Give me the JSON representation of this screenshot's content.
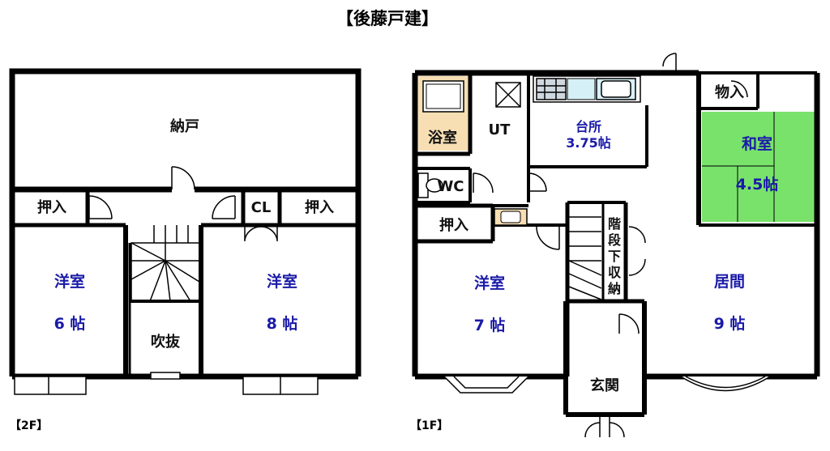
{
  "title": "【後藤戸建】",
  "floor2": {
    "caption": "【2F】",
    "rooms": {
      "nando": "納戸",
      "oshiire_left": "押入",
      "cl": "CL",
      "oshiire_right": "押入",
      "yoshitsu_left_name": "洋室",
      "yoshitsu_left_size": "6 帖",
      "yoshitsu_right_name": "洋室",
      "yoshitsu_right_size": "8 帖",
      "fukinuke": "吹抜"
    }
  },
  "floor1": {
    "caption": "【1F】",
    "rooms": {
      "yokushitsu": "浴室",
      "ut": "UT",
      "kitchen_name": "台所",
      "kitchen_size": "3.75帖",
      "monoire": "物入",
      "washitsu_name": "和室",
      "washitsu_size": "4.5帖",
      "wc": "WC",
      "oshiire": "押入",
      "kaidan_storage": [
        "階",
        "段",
        "下",
        "収",
        "納"
      ],
      "yoshitsu_name": "洋室",
      "yoshitsu_size": "7 帖",
      "kyoma_name": "居間",
      "kyoma_size": "9 帖",
      "genkan": "玄関"
    }
  },
  "colors": {
    "wall": "#000000",
    "bath": "#f7dfb3",
    "washitsu": "#79e26b",
    "label_blue": "#1a1aa8"
  }
}
